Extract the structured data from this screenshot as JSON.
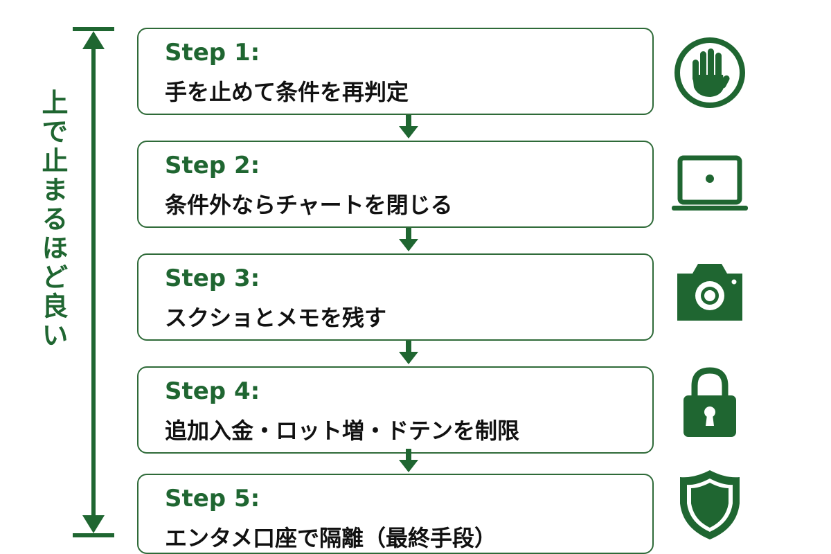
{
  "side_label": "上で止まるほど良い",
  "colors": {
    "accent": "#1f6631",
    "border": "#2e6a38",
    "text": "#111111"
  },
  "steps": [
    {
      "title": "Step 1:",
      "text": "手を止めて条件を再判定",
      "icon": "stop-hand-icon"
    },
    {
      "title": "Step 2:",
      "text": "条件外ならチャートを閉じる",
      "icon": "laptop-icon"
    },
    {
      "title": "Step 3:",
      "text": "スクショとメモを残す",
      "icon": "camera-icon"
    },
    {
      "title": "Step 4:",
      "text": "追加入金・ロット増・ドテンを制限",
      "icon": "lock-icon"
    },
    {
      "title": "Step 5:",
      "text": "エンタメ口座で隔離（最終手段）",
      "icon": "shield-icon"
    }
  ]
}
